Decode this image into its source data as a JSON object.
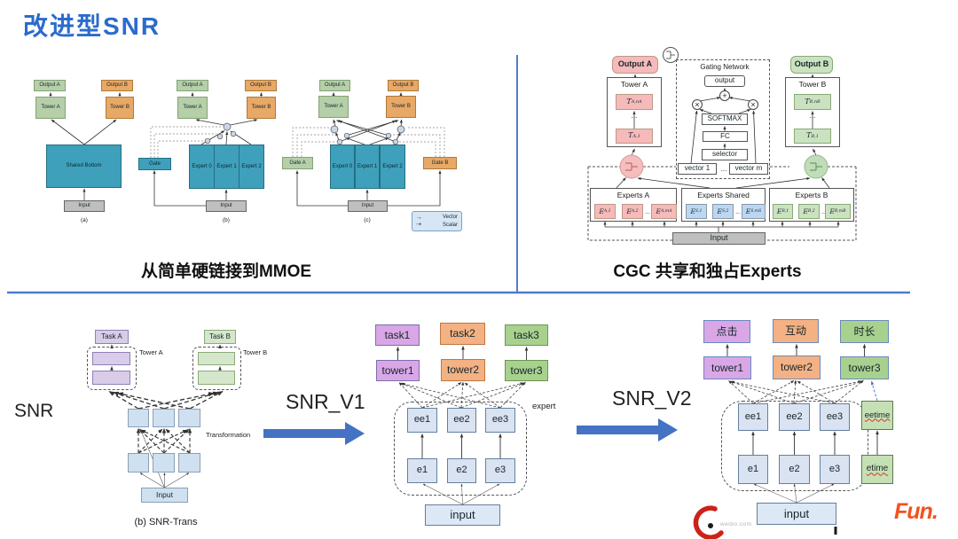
{
  "title": "改进型SNR",
  "colors": {
    "title_blue": "#2b6bce",
    "divider_blue": "#4f7ccc",
    "teal": "#3fa0bc",
    "green_box": "#b5cfa9",
    "orange_box": "#e8a866",
    "gray_box": "#bfbfbf",
    "cgc_pink": "#f6baba",
    "cgc_blue": "#bcd7f1",
    "cgc_green": "#cbe2c0",
    "purple_box": "#d9a7e6",
    "v_orange_box": "#f4b183",
    "v_green_box": "#a9d18e",
    "light_blue_box": "#dae3f1",
    "light_green_box": "#c5e0b4",
    "arrow_blue": "#4472c4",
    "logo_orange": "#f4511e",
    "weibo_red": "#cc2218"
  },
  "captions": {
    "left": "从简单硬链接到MMOE",
    "right": "CGC 共享和独占Experts"
  },
  "a": {
    "output_a": "Output A",
    "tower_a": "Tower A",
    "output_b": "Output B",
    "tower_b": "Tower B",
    "shared_bottom": "Shared Bottom",
    "input": "Input",
    "tag": "(a)"
  },
  "b": {
    "output_a": "Output A",
    "tower_a": "Tower A",
    "output_b": "Output B",
    "tower_b": "Tower B",
    "gate": "Gate",
    "experts": [
      "Expert 0",
      "Expert 1",
      "Expert 2"
    ],
    "input": "Input",
    "tag": "(b)"
  },
  "c": {
    "output_a": "Output A",
    "tower_a": "Tower A",
    "output_b": "Output B",
    "tower_b": "Tower B",
    "gate_a": "Gate A",
    "gate_b": "Gate B",
    "experts": [
      "Expert 0",
      "Expert 1",
      "Expert 2"
    ],
    "input": "Input",
    "tag": "(c)",
    "legend": {
      "solid_arrow": "→",
      "vector": "Vector",
      "dotted_arrow": "⇢",
      "scalar": "Scalar"
    }
  },
  "cgc": {
    "output_a": "Output A",
    "output_b": "Output B",
    "tower_a": {
      "label": "Tower A",
      "dots": "...",
      "units": [
        {
          "base": "T",
          "sub": "A,nA"
        },
        {
          "base": "T",
          "sub": "A,1"
        }
      ]
    },
    "tower_b": {
      "label": "Tower B",
      "dots": "...",
      "units": [
        {
          "base": "T",
          "sub": "B,nB"
        },
        {
          "base": "T",
          "sub": "B,1"
        }
      ]
    },
    "gating": {
      "label": "Gating Network",
      "output": "output",
      "plus": "+",
      "times": "×",
      "softmax": "SOFTMAX",
      "fc": "FC",
      "selector": "selector",
      "vector_1": "vector 1",
      "dots": "...",
      "vector_m": "vector m"
    },
    "experts_a": {
      "label": "Experts A",
      "dots": "...",
      "units": [
        {
          "base": "E",
          "sub": "A,1"
        },
        {
          "base": "E",
          "sub": "A,2"
        },
        {
          "base": "E",
          "sub": "A,mA"
        }
      ]
    },
    "experts_shared": {
      "label": "Experts Shared",
      "dots": "...",
      "units": [
        {
          "base": "E",
          "sub": "S,1"
        },
        {
          "base": "E",
          "sub": "S,2"
        },
        {
          "base": "E",
          "sub": "S,mS"
        }
      ]
    },
    "experts_b": {
      "label": "Experts B",
      "dots": "...",
      "units": [
        {
          "base": "E",
          "sub": "B,1"
        },
        {
          "base": "E",
          "sub": "B,2"
        },
        {
          "base": "E",
          "sub": "B,mB"
        }
      ]
    },
    "input": "Input"
  },
  "snr": {
    "label": "SNR",
    "task_a": "Task A",
    "task_b": "Task B",
    "tower_a": "Tower A",
    "tower_b": "Tower B",
    "transformation": "Transformation",
    "input": "Input",
    "caption": "(b) SNR-Trans"
  },
  "v1": {
    "label": "SNR_V1",
    "tasks": [
      "task1",
      "task2",
      "task3"
    ],
    "towers": [
      "tower1",
      "tower2",
      "tower3"
    ],
    "expert": "expert",
    "ee": [
      "ee1",
      "ee2",
      "ee3"
    ],
    "e": [
      "e1",
      "e2",
      "e3"
    ],
    "input": "input"
  },
  "v2": {
    "label": "SNR_V2",
    "tasks": [
      "点击",
      "互动",
      "时长"
    ],
    "towers": [
      "tower1",
      "tower2",
      "tower3"
    ],
    "ee": [
      "ee1",
      "ee2",
      "ee3"
    ],
    "eetime": "eetime",
    "e": [
      "e1",
      "e2",
      "e3"
    ],
    "etime": "etime",
    "input": "input"
  },
  "footer": {
    "watermark": "weibo.com",
    "logo": "Fun."
  }
}
